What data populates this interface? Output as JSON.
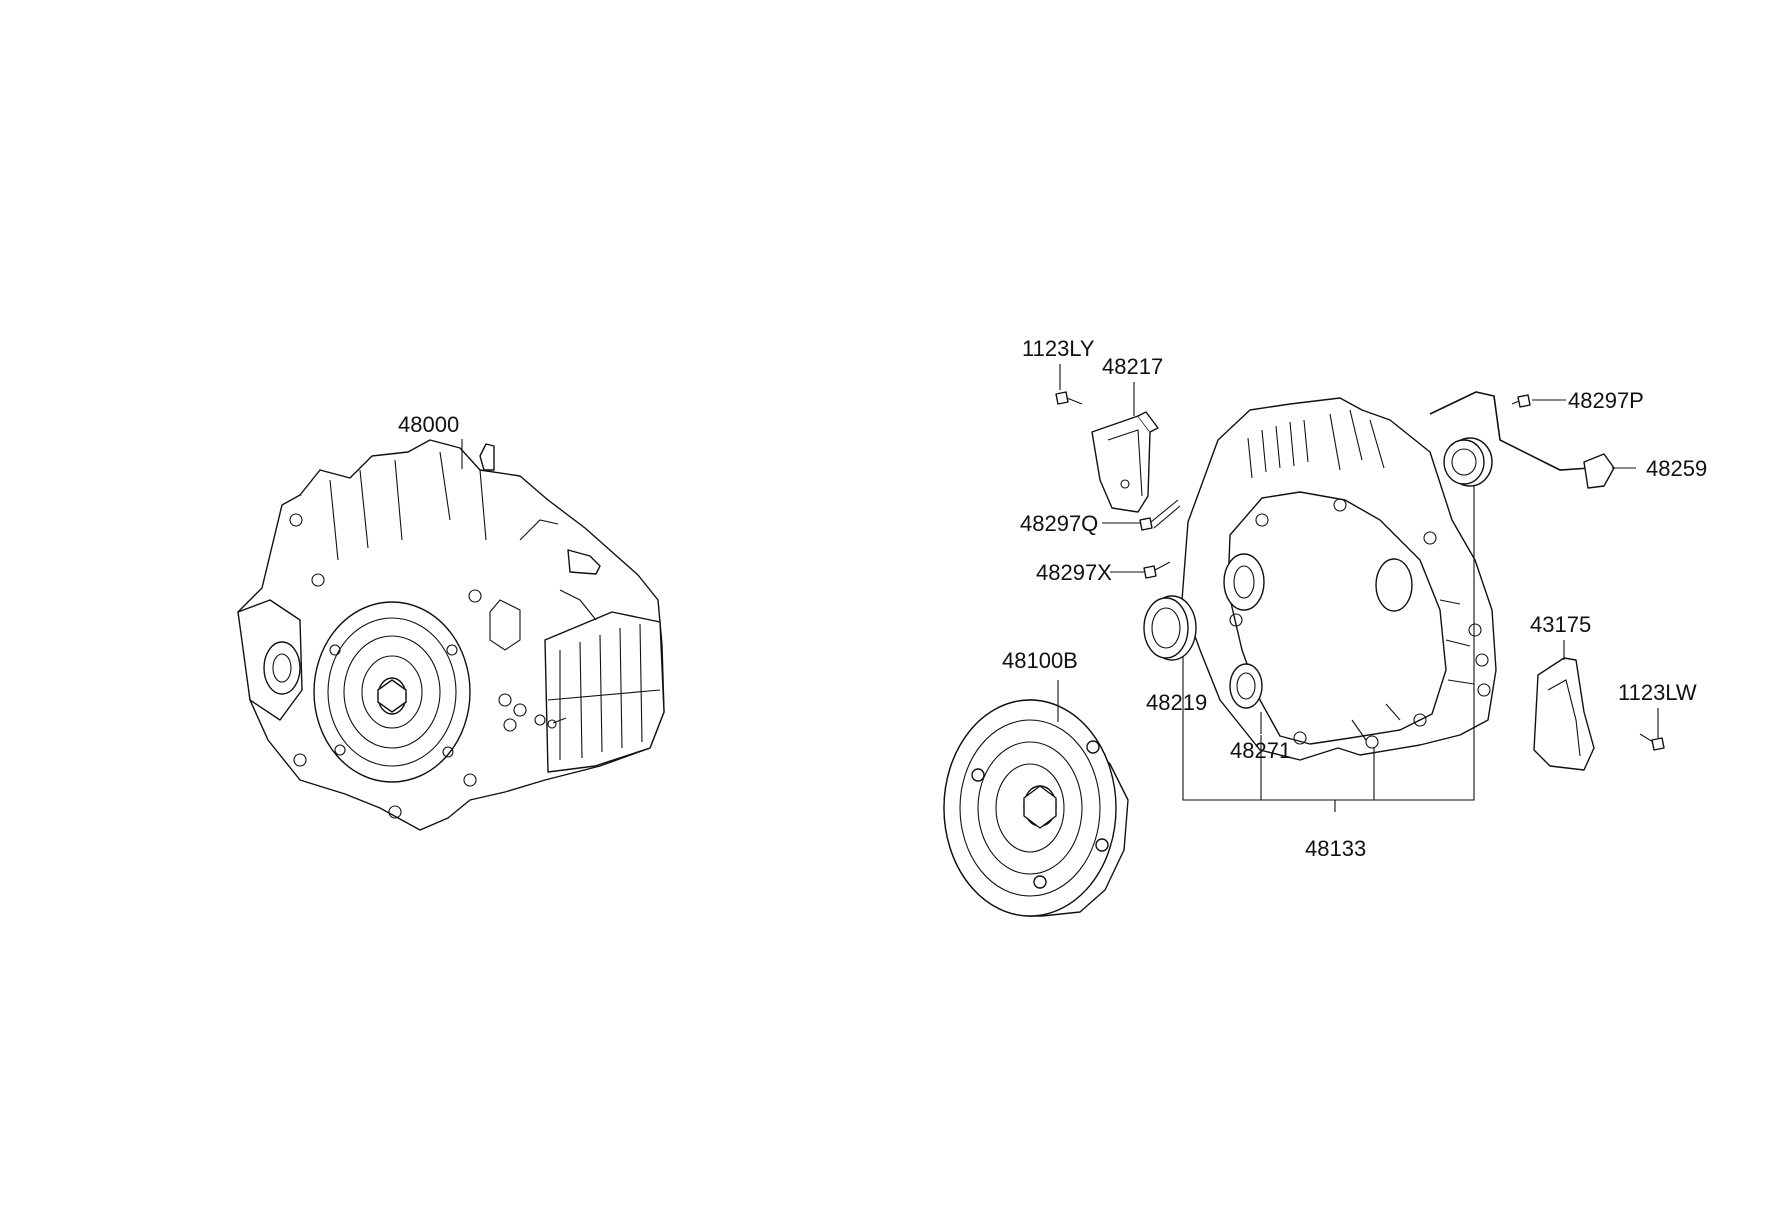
{
  "diagram": {
    "labels": {
      "p48000": "48000",
      "p1123LY": "1123LY",
      "p48217": "48217",
      "p48297P": "48297P",
      "p48259": "48259",
      "p48297Q": "48297Q",
      "p48297X": "48297X",
      "p43175": "43175",
      "p48100B": "48100B",
      "p48219": "48219",
      "p1123LW": "1123LW",
      "p48271": "48271",
      "p48133": "48133"
    }
  }
}
